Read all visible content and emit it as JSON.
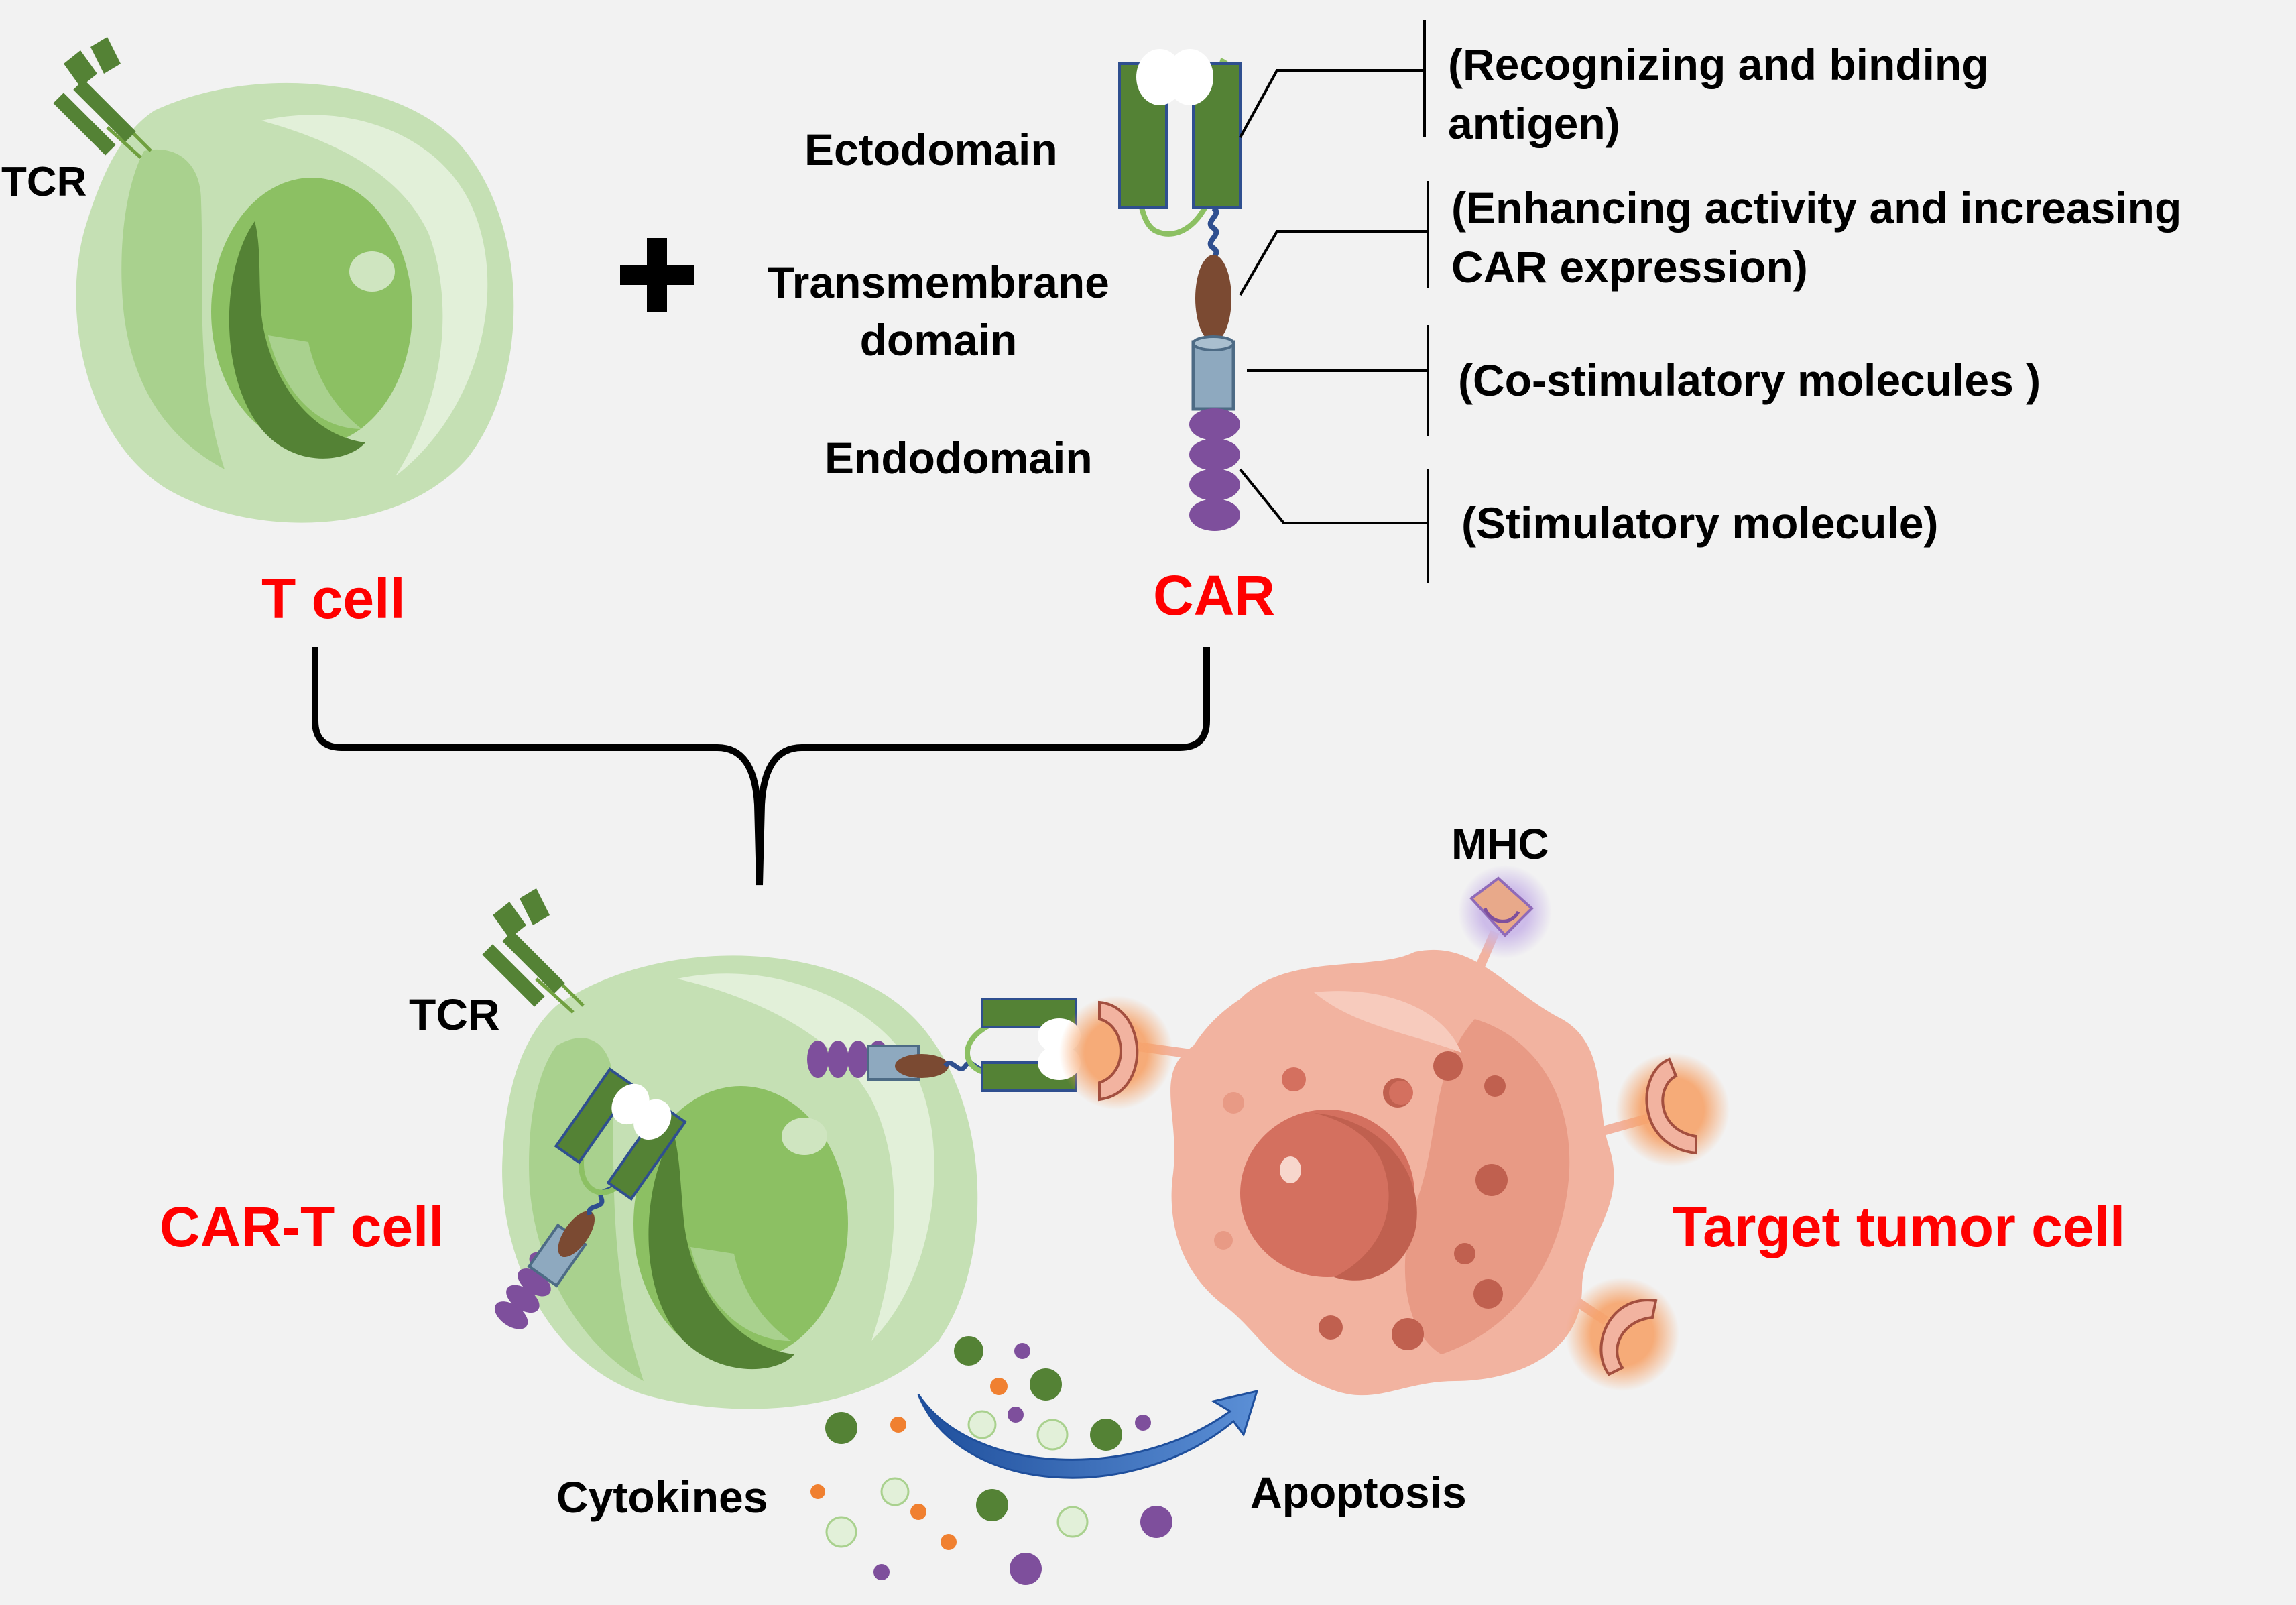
{
  "top": {
    "tcr_label": "TCR",
    "t_cell_label": "T cell",
    "car_label": "CAR",
    "ectodomain": "Ectodomain",
    "transmembrane_line1": "Transmembrane",
    "transmembrane_line2": "domain",
    "endodomain": "Endodomain"
  },
  "notes": {
    "ecto_line1": "(Recognizing and binding",
    "ecto_line2": "antigen)",
    "tm_line1": "(Enhancing activity and increasing",
    "tm_line2": "CAR expression)",
    "costim": "(Co-stimulatory molecules )",
    "stim": "(Stimulatory molecule)"
  },
  "bottom": {
    "tcr_label": "TCR",
    "car_t_label": "CAR-T cell",
    "mhc_label": "MHC",
    "target_label": "Target tumor cell",
    "cytokines_label": "Cytokines",
    "apoptosis_label": "Apoptosis"
  },
  "colors": {
    "label_red": "#ff0000",
    "cell_green": "#c5e0b4",
    "nucleus_green": "#8cc063",
    "domain_green": "#4e7f30",
    "tumor_pink": "#f2b3a0",
    "arrow_blue": "#2f5fa8"
  }
}
